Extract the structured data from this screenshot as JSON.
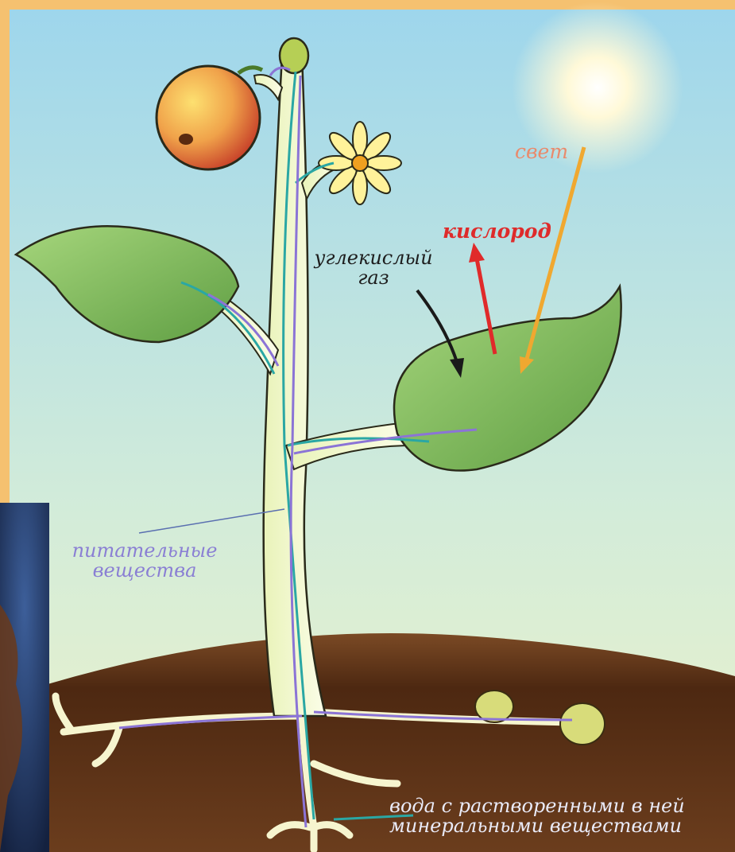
{
  "labels": {
    "light": "свет",
    "oxygen": "кислород",
    "co2_line1": "углекислый",
    "co2_line2": "газ",
    "nutrients_line1": "питательные",
    "nutrients_line2": "вещества",
    "water_line1": "вода с растворенными в ней",
    "water_line2": "минеральными веществами"
  },
  "colors": {
    "light_arrow": "#f0a830",
    "oxygen_arrow": "#e02a2a",
    "co2_arrow": "#1a1a1a",
    "water_flow": "#2aa7a4",
    "nutrient_flow": "#8b74d6",
    "leaf": "#7fbf5a",
    "soil": "#5a2e14"
  }
}
